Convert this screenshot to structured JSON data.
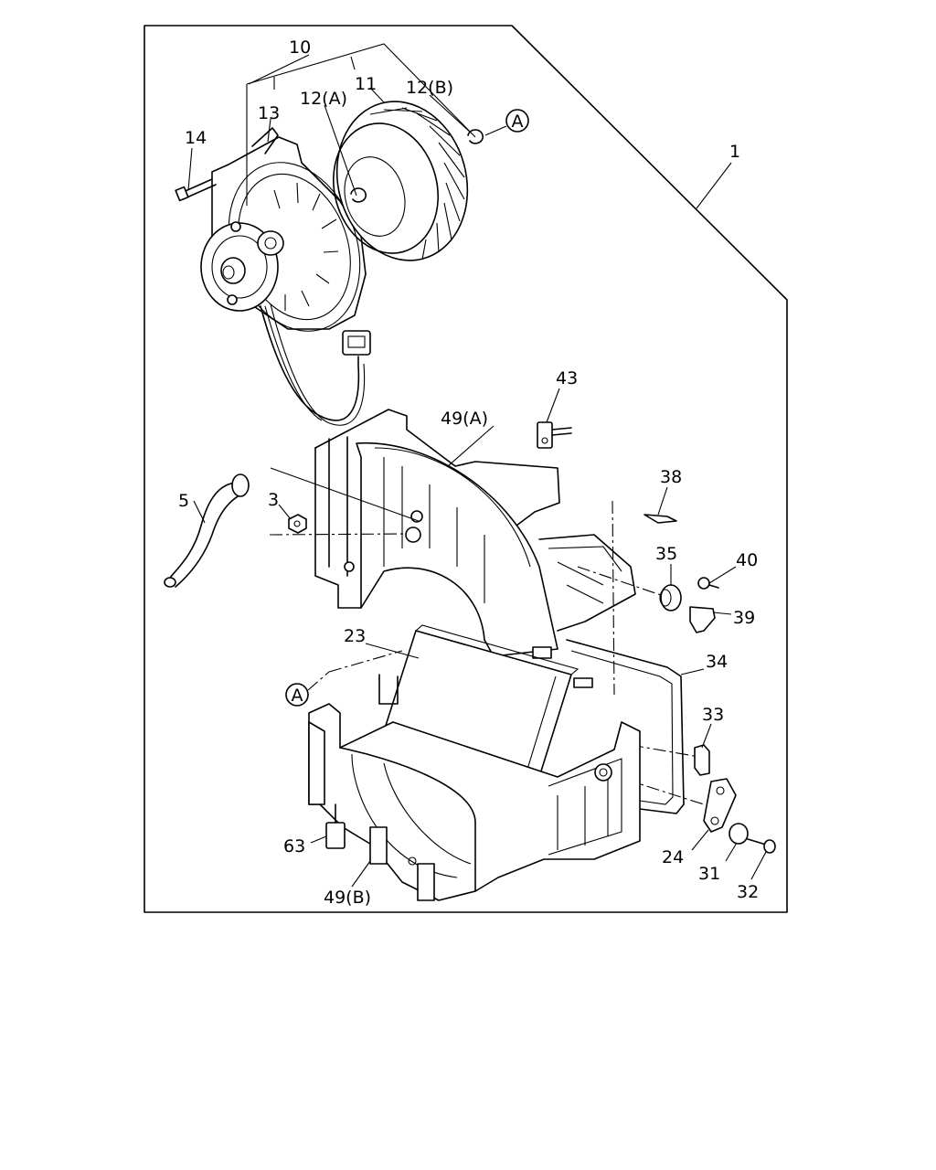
{
  "callouts": {
    "c1": "1",
    "c3": "3",
    "c5": "5",
    "c10": "10",
    "c11": "11",
    "c12a": "12(A)",
    "c12b": "12(B)",
    "c13": "13",
    "c14": "14",
    "c23": "23",
    "c24": "24",
    "c31": "31",
    "c32": "32",
    "c33": "33",
    "c34": "34",
    "c35": "35",
    "c38": "38",
    "c39": "39",
    "c40": "40",
    "c43": "43",
    "c49a": "49(A)",
    "c49b": "49(B)",
    "c63": "63",
    "refA_top": "A",
    "refA_left": "A"
  }
}
